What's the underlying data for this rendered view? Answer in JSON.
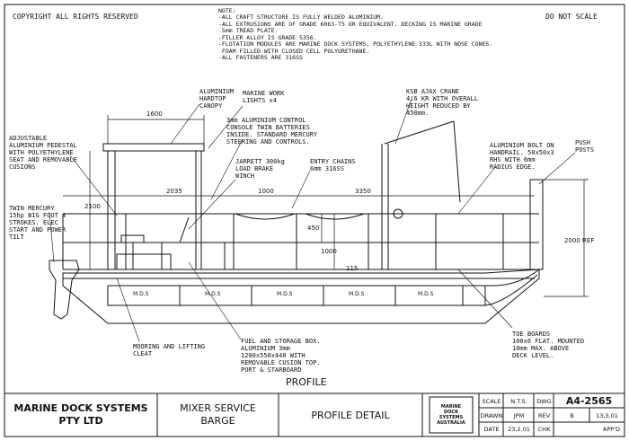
{
  "header": {
    "copyright": "COPYRIGHT ALL RIGHTS RESERVED",
    "do_not_scale": "DO NOT SCALE"
  },
  "notes": {
    "heading": "NOTE:",
    "lines": [
      "-ALL CRAFT STRUCTURE IS FULLY WELDED ALUMINIUM.",
      "-ALL EXTRUSIONS ARE OF GRADE 6063-T5 OR EQUIVALENT. DECKING IS MARINE GRADE",
      " 5mm TREAD PLATE.",
      "-FILLER ALLOY IS GRADE 5356.",
      "-FLOTATION MODULES ARE MARINE DOCK SYSTEMS, POLYETHYLENE 333L WITH NOSE CONES.",
      " FOAM FILLED WITH CLOSED CELL POLYURETHANE.",
      "-ALL FASTENERS ARE 316SS"
    ]
  },
  "callouts": {
    "hardtop": "ALUMINIUM\nHARDTOP\nCANOPY",
    "work_lights": "MARINE WORK\nLIGHTS x4",
    "pedestal": "ADJUSTABLE\nALUMINIUM PEDESTAL\nWITH POLYETHYLENE\nSEAT AND REMOVABLE\nCUSIONS",
    "console": "3mm ALUMINIUM CONTROL\nCONSOLE TWIN BATTERIES\nINSIDE. STANDARD MERCURY\nSTEERING AND CONTROLS.",
    "winch": "JARRETT 300kg\nLOAD BRAKE\nWINCH",
    "chains": "ENTRY CHAINS\n6mm 316SS",
    "crane": "KSB AJAX CRANE\n4.6 KR WITH OVERALL\nHEIGHT REDUCED BY\n450mm.",
    "bolt_on": "ALUMINIUM BOLT ON\nHANDRAIL. 50x50x3\nRHS WITH 6mm\nRADIUS EDGE.",
    "push_posts": "PUSH\nPOSTS",
    "motor": "TWIN MERCURY\n15hp BIG FOOT 4\nSTROKES. ELEC\nSTART AND POWER\nTILT",
    "cleat": "MOORING AND LIFTING\nCLEAT",
    "fuel_box": "FUEL AND STORAGE BOX.\nALUMINIUM 3mm\n1200x550x440 WITH\nREMOVABLE CUSION TOP.\nPORT & STARBOARD",
    "toe_boards": "TOE BOARDS\n100x6 FLAT. MOUNTED\n10mm MAX. ABOVE\nDECK LEVEL."
  },
  "dimensions": {
    "d1600": "1600",
    "d2035": "2035",
    "d1000": "1000",
    "d3350": "3350",
    "d2100": "2100",
    "d450": "450",
    "d1000b": "1000",
    "d115": "115",
    "d2000": "2000 REF"
  },
  "module_label": "M.D.S",
  "view_title": "PROFILE",
  "title_block": {
    "company_line1": "MARINE DOCK SYSTEMS",
    "company_line2": "PTY LTD",
    "project_line1": "MIXER SERVICE",
    "project_line2": "BARGE",
    "sheet_title": "PROFILE DETAIL",
    "logo_text": "MARINE\nDOCK\nSYSTEMS\nAUSTRALIA",
    "scale_label": "SCALE",
    "scale_value": "N.T.S.",
    "dwg_label": "DWG",
    "dwg_value": "A4-2565",
    "drawn_label": "DRAWN",
    "drawn_value": "JPM",
    "rev_label": "REV",
    "rev_value": "B",
    "rev_date": "13,3,01",
    "date_label": "DATE",
    "date_value": "23,2,01",
    "chk_label": "CHK",
    "appd_label": "APP'D"
  }
}
